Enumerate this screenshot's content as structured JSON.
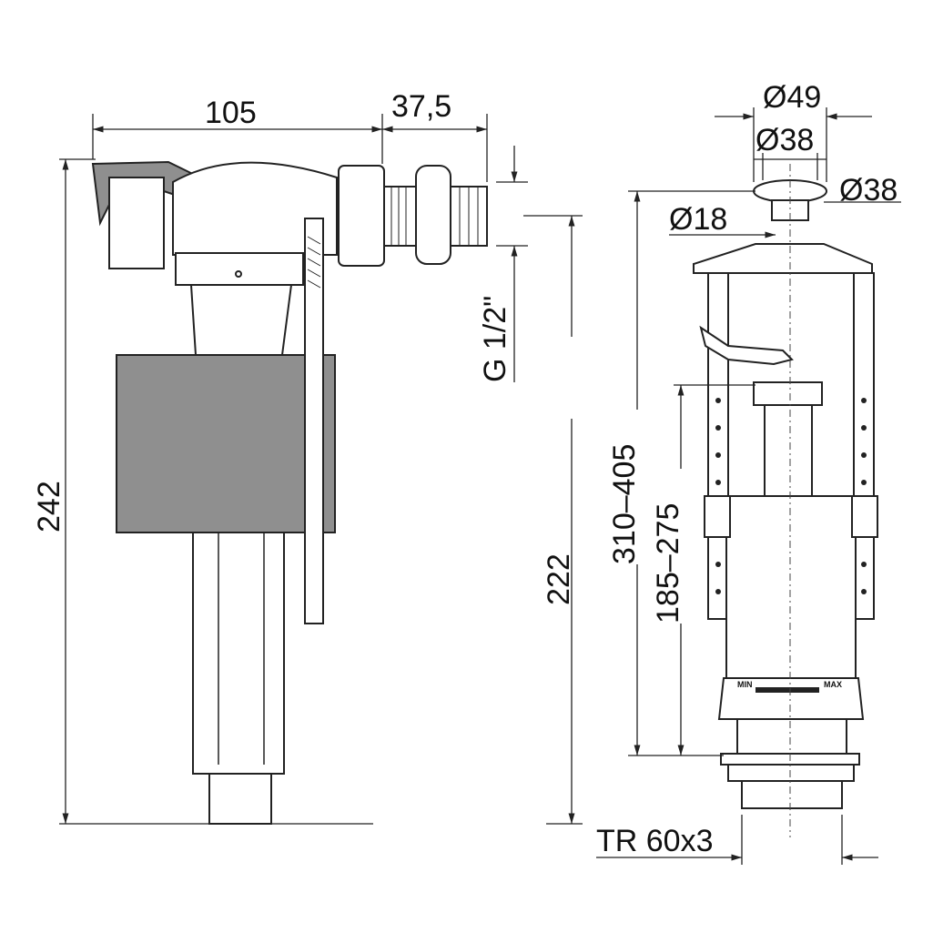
{
  "fill_valve": {
    "width_body": "105",
    "width_inlet": "37,5",
    "thread": "G 1/2\"",
    "height_total": "242",
    "height_inlet": "222"
  },
  "flush_valve": {
    "button_outer_diameter": "Ø49",
    "button_inner_diameter": "Ø38",
    "button_cap_diameter": "Ø38",
    "stem_diameter": "Ø18",
    "height_range": "310–405",
    "overflow_range": "185–275",
    "outlet_thread": "TR 60x3",
    "scale_min": "MIN",
    "scale_max": "MAX"
  },
  "colors": {
    "line": "#222222",
    "float": "#8f8f8f"
  }
}
